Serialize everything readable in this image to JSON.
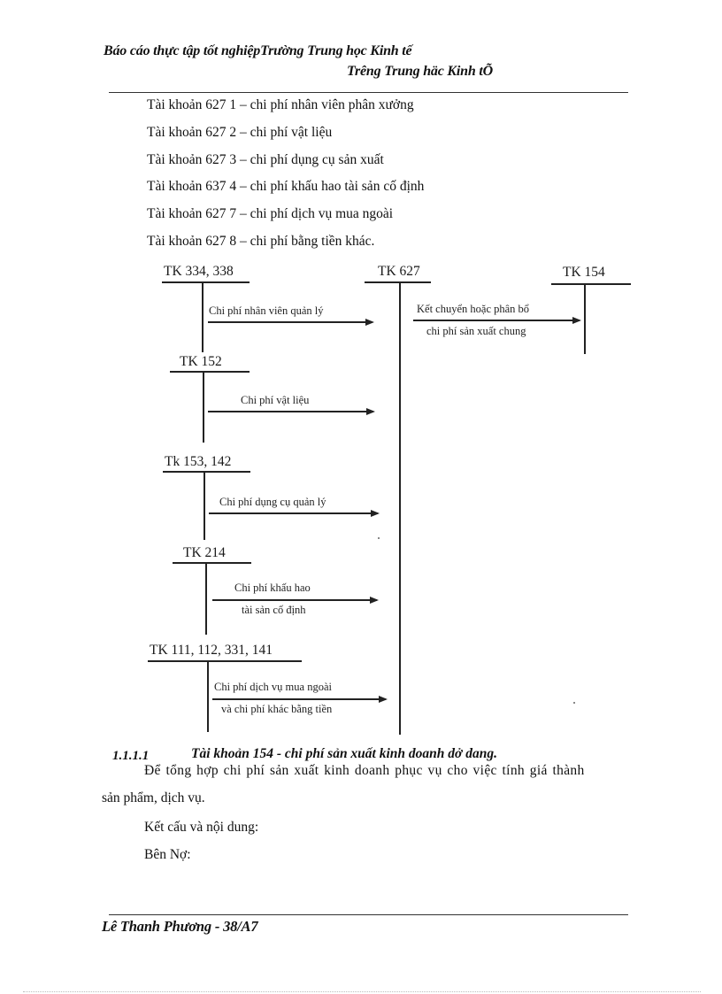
{
  "header": {
    "title_line1": "Báo cáo thực tập tốt nghiệpTrường Trung học Kinh tế",
    "title_line2": "Trêng   Trung häc Kinh tÕ"
  },
  "body": {
    "account_lines": [
      "Tài khoản 627 1 – chi phí nhân viên phân xưởng",
      "Tài khoản 627 2 – chi phí vật liệu",
      "Tài khoản 627 3 – chi phí dụng cụ sản xuất",
      "Tài khoản 637 4 – chi phí khấu hao tài sản cố định",
      "Tài khoản 627 7 – chi phí dịch vụ mua ngoài",
      "Tài khoản 627 8 – chi phí bằng tiền khác."
    ]
  },
  "diagram": {
    "accounts": {
      "tk334": "TK 334, 338",
      "tk627": "TK 627",
      "tk154": "TK 154",
      "tk152": "TK 152",
      "tk153": "Tk 153, 142",
      "tk214": "TK 214",
      "tk111": "TK 111, 112, 331, 141"
    },
    "flows": {
      "f1": "Chi phí nhân viên quản lý",
      "f2_top": "Kết chuyển hoặc phân bổ",
      "f2_bottom": "chi phí sản xuất chung",
      "f3": "Chi phí vật liệu",
      "f4": "Chi phí dụng cụ quản lý",
      "f5_top": "Chi phí khấu hao",
      "f5_bottom": "tài sản cố định",
      "f6_top": "Chi phí dịch vụ mua ngoài",
      "f6_bottom": "và chi phí khác bằng tiền"
    }
  },
  "section": {
    "number": "1.1.1.1",
    "title": "Tài khoản 154 - chi phí sản xuất kinh doanh dở dang.",
    "para_line1": "Để tổng hợp chi phí sản xuất kinh doanh phục vụ cho việc tính giá thành",
    "para_line2": "sản phẩm, dịch vụ.",
    "structure_label": "Kết cấu và nội dung:",
    "debit_label": "Bên Nợ:"
  },
  "footer": {
    "author": "Lê Thanh Phương - 38/A7"
  }
}
